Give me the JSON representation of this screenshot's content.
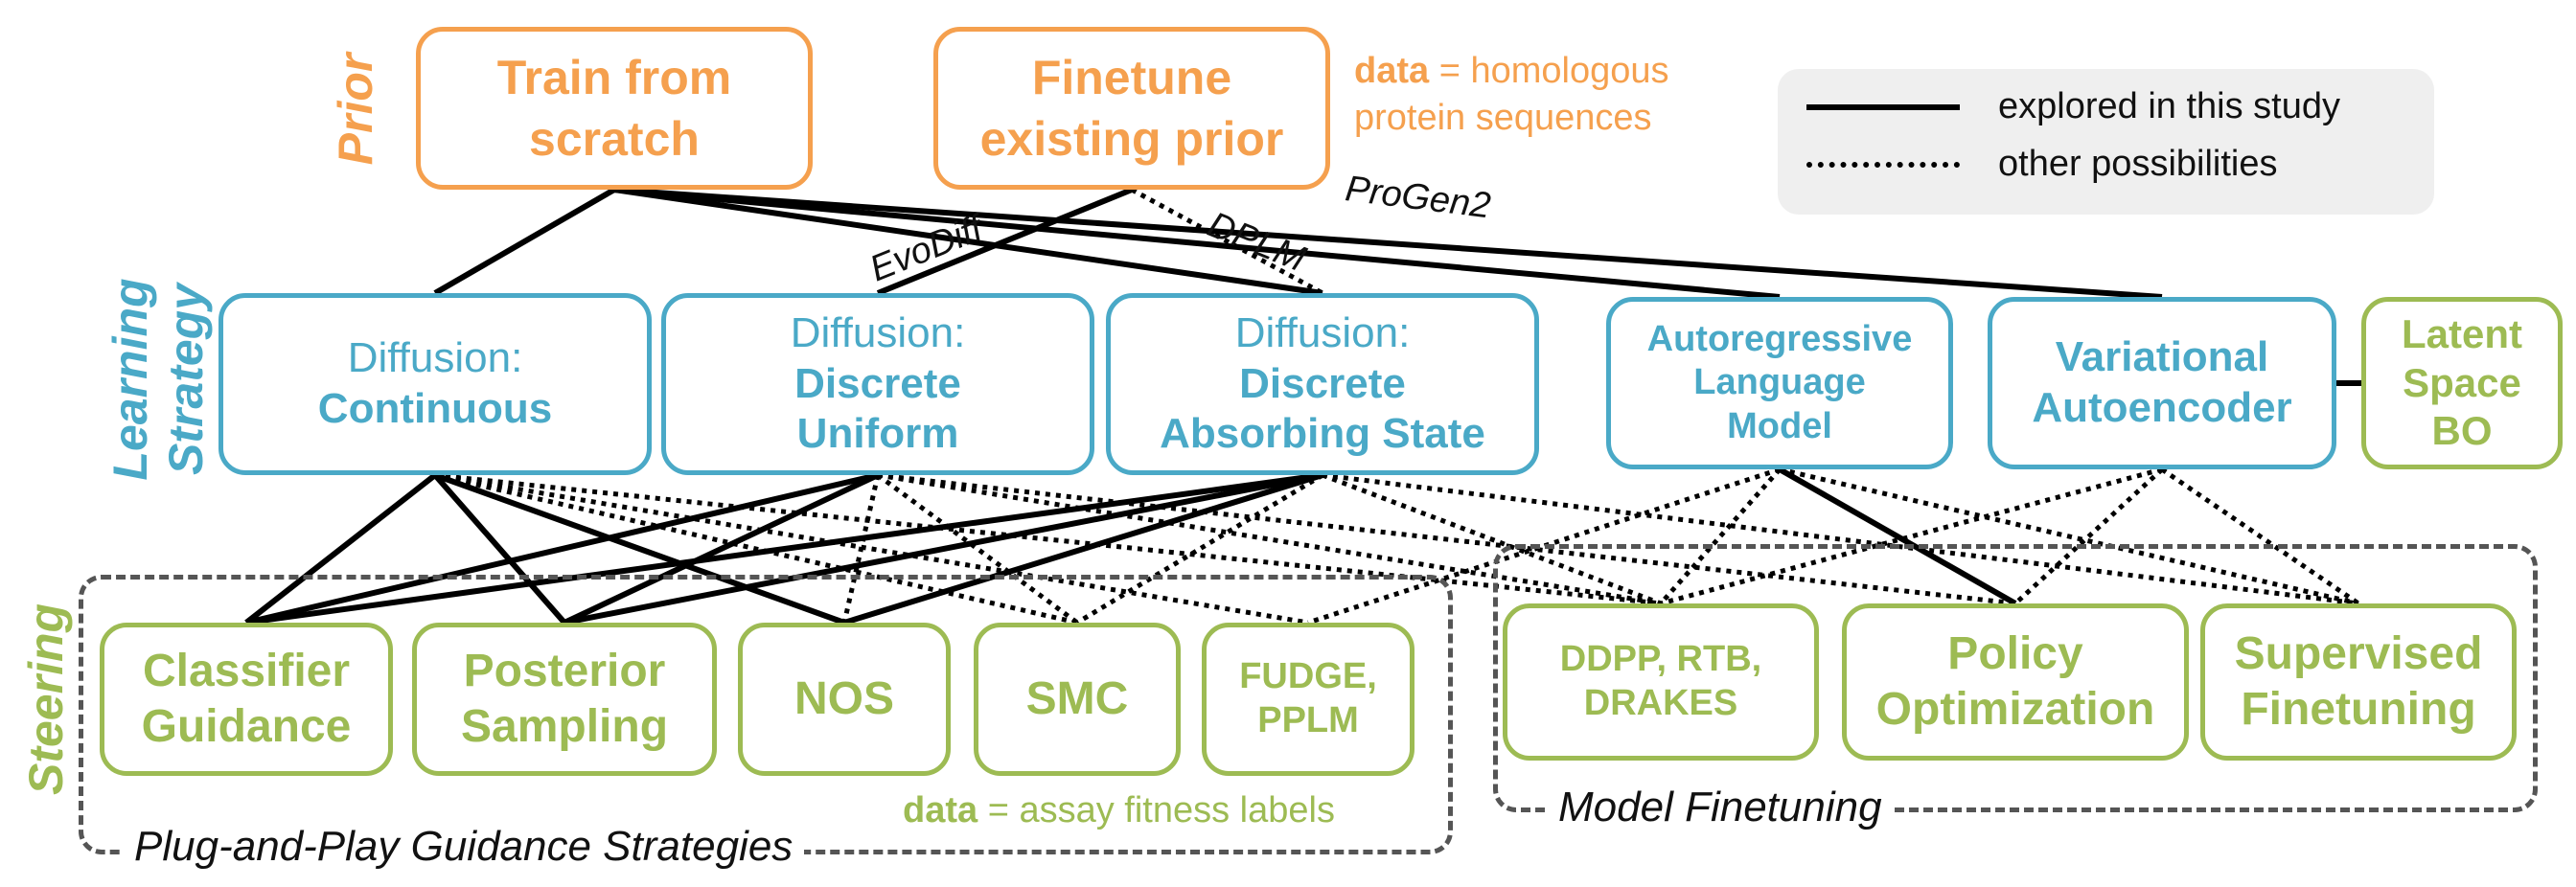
{
  "row_labels": {
    "prior": "Prior",
    "learning": [
      "Learning",
      "Strategy"
    ],
    "steering": "Steering"
  },
  "priors": [
    {
      "id": "scratch",
      "lines": [
        "Train from",
        "scratch"
      ]
    },
    {
      "id": "finetune",
      "lines": [
        "Finetune",
        "existing prior"
      ]
    }
  ],
  "prior_note": {
    "key": "data",
    "rest": "= homologous",
    "line2": "protein sequences"
  },
  "legend": {
    "solid": "explored in this study",
    "dotted": "other possibilities"
  },
  "edge_labels": [
    "EvoDiff",
    "DPLM",
    "ProGen2"
  ],
  "strategies": [
    {
      "id": "cont",
      "top": "Diffusion:",
      "bold": "Continuous"
    },
    {
      "id": "unif",
      "top": "Diffusion:",
      "bold": "Discrete",
      "bold2": "Uniform"
    },
    {
      "id": "abs",
      "top": "Diffusion:",
      "bold": "Discrete",
      "bold2": "Absorbing State"
    },
    {
      "id": "ar",
      "bold": "Autoregressive",
      "bold2": "Language",
      "bold3": "Model"
    },
    {
      "id": "vae",
      "bold": "Variational",
      "bold2": "Autoencoder"
    }
  ],
  "latent_bo": [
    "Latent",
    "Space",
    "BO"
  ],
  "steering": [
    {
      "id": "cg",
      "lines": [
        "Classifier",
        "Guidance"
      ]
    },
    {
      "id": "ps",
      "lines": [
        "Posterior",
        "Sampling"
      ]
    },
    {
      "id": "nos",
      "lines": [
        "NOS"
      ]
    },
    {
      "id": "smc",
      "lines": [
        "SMC"
      ]
    },
    {
      "id": "fudge",
      "lines": [
        "FUDGE,",
        "PPLM"
      ]
    },
    {
      "id": "ddpp",
      "lines": [
        "DDPP, RTB,",
        "DRAKES"
      ]
    },
    {
      "id": "po",
      "lines": [
        "Policy",
        "Optimization"
      ]
    },
    {
      "id": "sf",
      "lines": [
        "Supervised",
        "Finetuning"
      ]
    }
  ],
  "steer_note": {
    "key": "data",
    "rest": "= assay fitness labels"
  },
  "groups": {
    "plug": "Plug-and-Play Guidance Strategies",
    "finetune": "Model Finetuning"
  },
  "colors": {
    "prior": "#F5A04E",
    "learning": "#4AA9C7",
    "steering": "#9DBB53"
  },
  "edges": [
    {
      "from": "scratch",
      "to": "cont",
      "style": "solid"
    },
    {
      "from": "scratch",
      "to": "abs",
      "style": "solid"
    },
    {
      "from": "scratch",
      "to": "ar",
      "style": "solid"
    },
    {
      "from": "scratch",
      "to": "vae",
      "style": "solid"
    },
    {
      "from": "finetune",
      "to": "unif",
      "style": "solid"
    },
    {
      "from": "finetune",
      "to": "abs",
      "style": "dotted"
    },
    {
      "from": "cont",
      "to": "cg",
      "style": "solid"
    },
    {
      "from": "cont",
      "to": "ps",
      "style": "solid"
    },
    {
      "from": "cont",
      "to": "nos",
      "style": "solid"
    },
    {
      "from": "cont",
      "to": "smc",
      "style": "dotted"
    },
    {
      "from": "cont",
      "to": "fudge",
      "style": "dotted"
    },
    {
      "from": "cont",
      "to": "ddpp",
      "style": "dotted"
    },
    {
      "from": "unif",
      "to": "cg",
      "style": "solid"
    },
    {
      "from": "unif",
      "to": "ps",
      "style": "solid"
    },
    {
      "from": "unif",
      "to": "nos",
      "style": "dotted"
    },
    {
      "from": "unif",
      "to": "smc",
      "style": "dotted"
    },
    {
      "from": "unif",
      "to": "ddpp",
      "style": "dotted"
    },
    {
      "from": "unif",
      "to": "po",
      "style": "dotted"
    },
    {
      "from": "abs",
      "to": "cg",
      "style": "solid"
    },
    {
      "from": "abs",
      "to": "ps",
      "style": "solid"
    },
    {
      "from": "abs",
      "to": "nos",
      "style": "solid"
    },
    {
      "from": "abs",
      "to": "smc",
      "style": "dotted"
    },
    {
      "from": "abs",
      "to": "ddpp",
      "style": "dotted"
    },
    {
      "from": "abs",
      "to": "sf",
      "style": "dotted"
    },
    {
      "from": "ar",
      "to": "po",
      "style": "solid"
    },
    {
      "from": "ar",
      "to": "fudge",
      "style": "dotted"
    },
    {
      "from": "ar",
      "to": "ddpp",
      "style": "dotted"
    },
    {
      "from": "ar",
      "to": "sf",
      "style": "dotted"
    },
    {
      "from": "vae",
      "to": "ddpp",
      "style": "dotted"
    },
    {
      "from": "vae",
      "to": "po",
      "style": "dotted"
    },
    {
      "from": "vae",
      "to": "sf",
      "style": "dotted"
    },
    {
      "from": "vae",
      "to": "latent",
      "style": "solid"
    }
  ]
}
